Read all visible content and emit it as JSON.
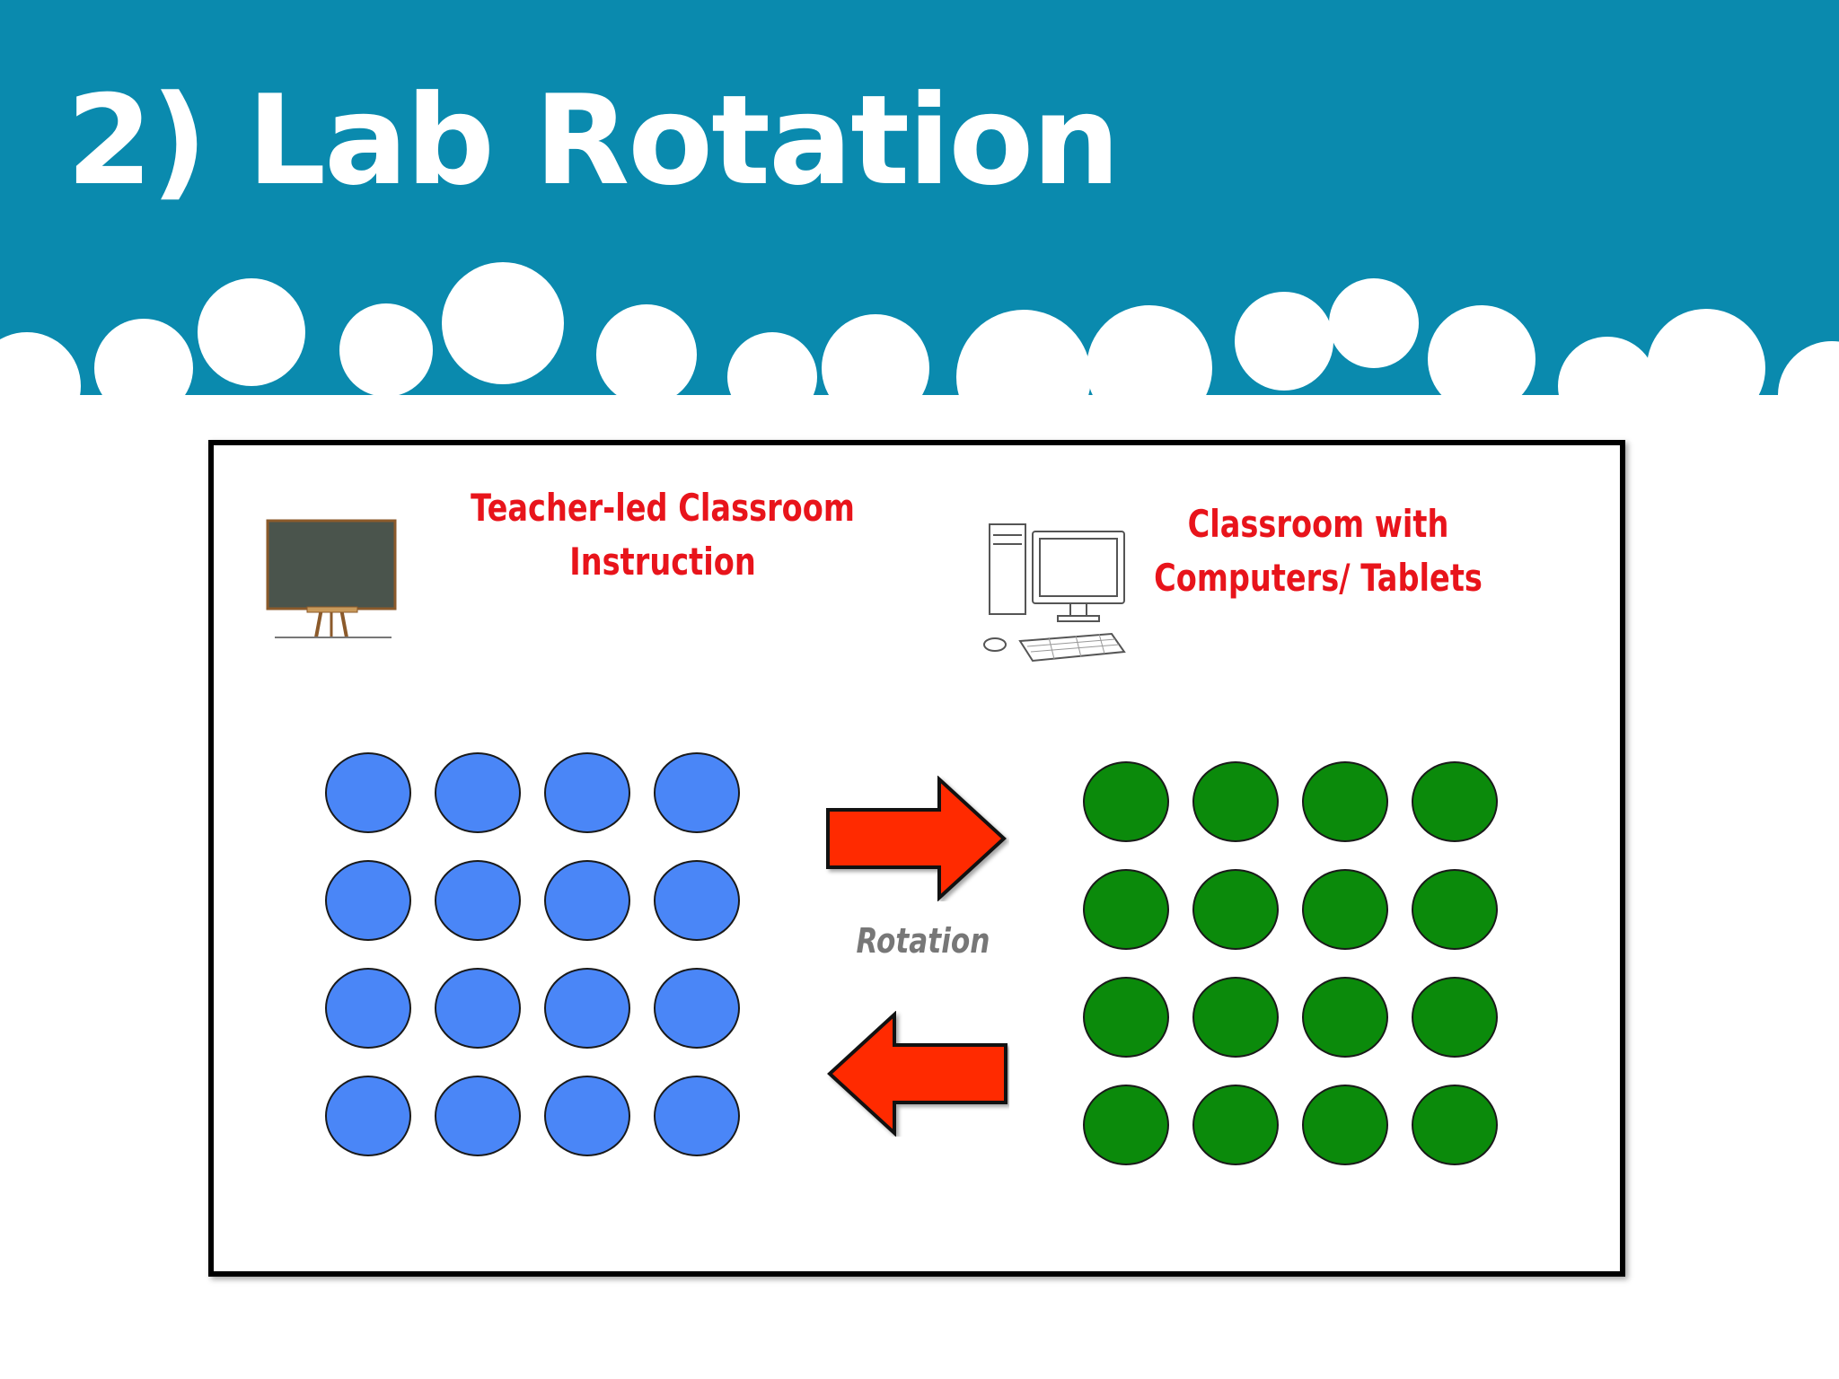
{
  "slide": {
    "title": "2) Lab Rotation",
    "header_color": "#0a8aae",
    "background": "#ffffff"
  },
  "diagram": {
    "left_group": {
      "caption": "Teacher-led Classroom Instruction",
      "caption_color": "#e8141b",
      "icon": "chalkboard-icon",
      "dot_color": "#4a86f7",
      "rows": 4,
      "cols": 4
    },
    "right_group": {
      "caption": "Classroom with Computers/ Tablets",
      "caption_color": "#e8141b",
      "icon": "desktop-computer-icon",
      "dot_color": "#0b8a0b",
      "rows": 4,
      "cols": 4
    },
    "rotation_label": "Rotation",
    "rotation_label_color": "#777777",
    "arrow_color": "#ff2a00"
  }
}
